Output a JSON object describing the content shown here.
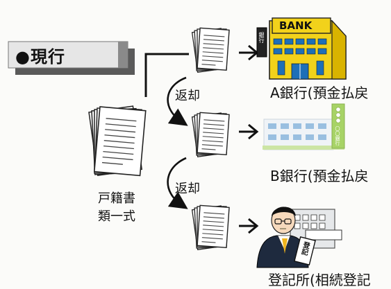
{
  "badge": {
    "bullet": "●",
    "label": "現行"
  },
  "source": {
    "line1": "戸籍書",
    "line2": "類一式"
  },
  "returns": [
    "返却",
    "返却"
  ],
  "destinations": [
    {
      "label": "A銀行(預金払戻",
      "sign": "BANK",
      "plaque": "銀行"
    },
    {
      "label": "B銀行(預金払戻",
      "sign": "〇〇銀行"
    },
    {
      "label": "登記所(相続登記",
      "plaque": "登記"
    }
  ],
  "colors": {
    "bank_yellow": "#f2d21b",
    "bank_blue": "#1e6fb8",
    "bank2_green": "#9fcf57",
    "bank2_window": "#8fb9de",
    "badge_grey": "#8a8a8a"
  }
}
